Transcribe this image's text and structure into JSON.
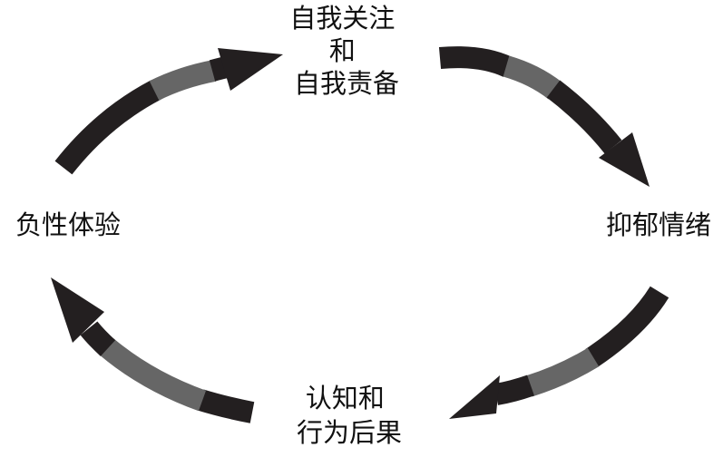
{
  "diagram": {
    "nodes": [
      {
        "id": "self-focus",
        "lines": [
          "自我关注",
          "和",
          "自我责备"
        ]
      },
      {
        "id": "depressed-mood",
        "lines": [
          "抑郁情绪"
        ]
      },
      {
        "id": "cognitive-behavioral",
        "lines": [
          "认知和",
          "行为后果"
        ]
      },
      {
        "id": "negative-experience",
        "lines": [
          "负性体验"
        ]
      }
    ],
    "edges": [
      {
        "from": "self-focus",
        "to": "depressed-mood"
      },
      {
        "from": "depressed-mood",
        "to": "cognitive-behavioral"
      },
      {
        "from": "cognitive-behavioral",
        "to": "negative-experience"
      },
      {
        "from": "negative-experience",
        "to": "self-focus"
      }
    ],
    "colors": {
      "arrow_dark": "#231f20",
      "arrow_gray": "#666666",
      "text": "#111111",
      "background": "#ffffff"
    }
  }
}
